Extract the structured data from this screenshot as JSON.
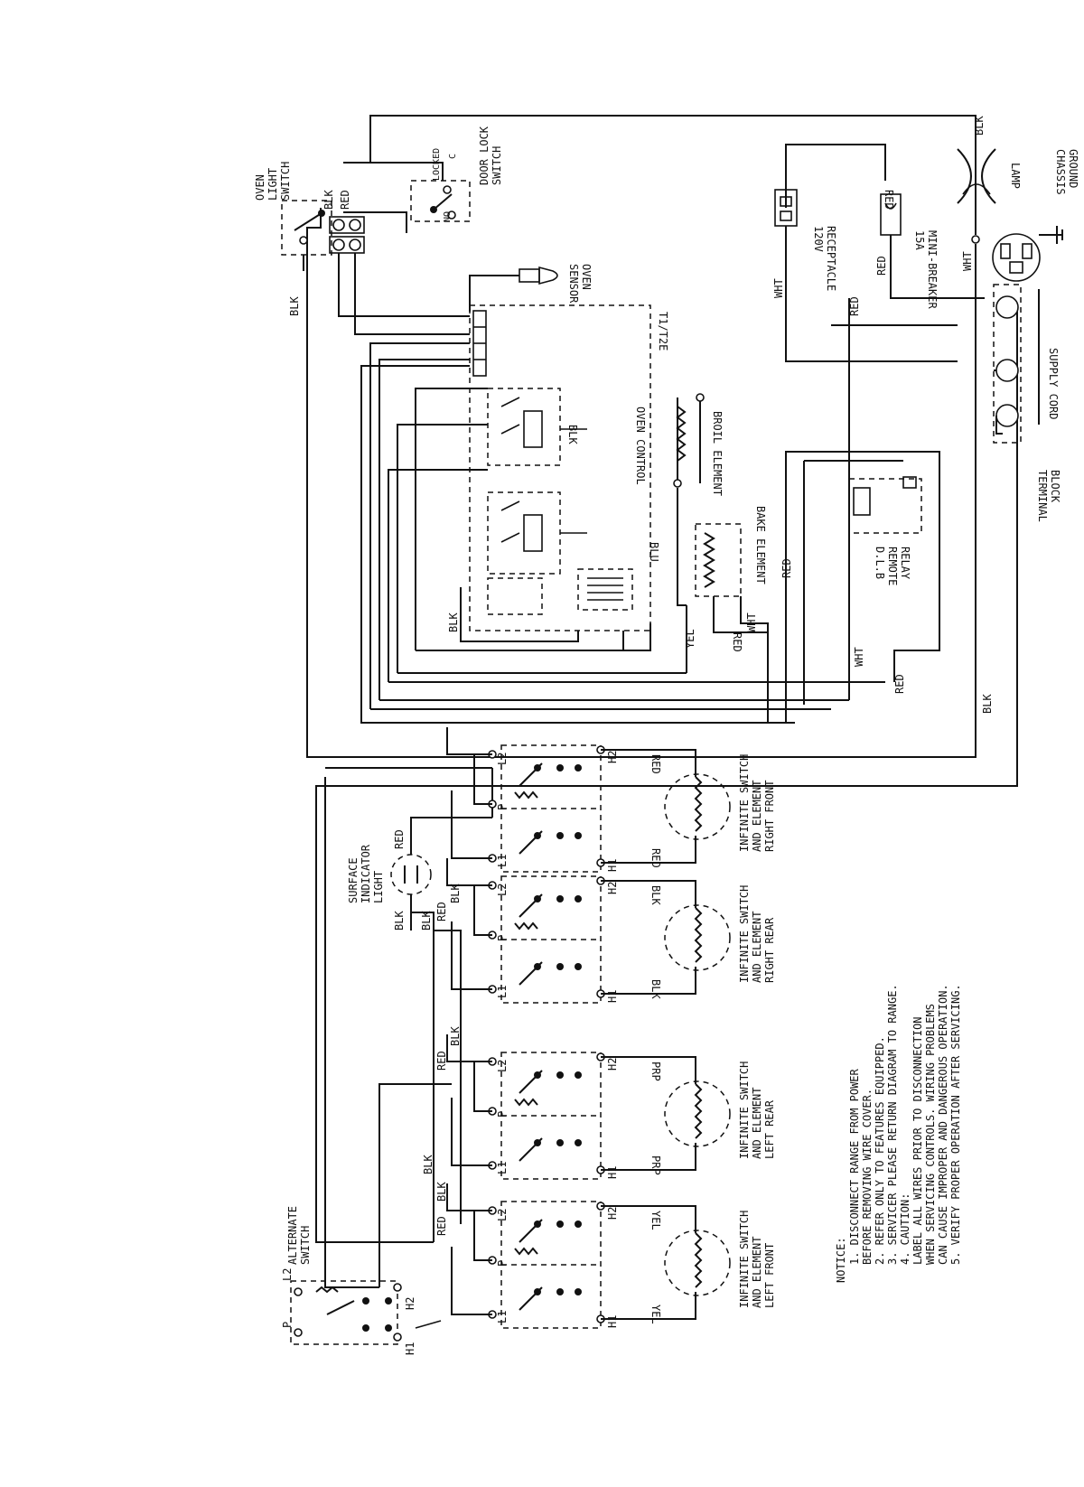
{
  "colors": {
    "ink": "#111111",
    "paper": "#ffffff"
  },
  "components": {
    "oven_light_switch": [
      "OVEN",
      "LIGHT",
      "SWITCH"
    ],
    "door_lock": {
      "locked": "LOCKED",
      "no": "NO",
      "c": "C",
      "name": [
        "DOOR LOCK",
        "SWITCH"
      ]
    },
    "oven_sensor": [
      "OVEN",
      "SENSOR"
    ],
    "oven_control": "OVEN CONTROL",
    "control_model": "T1/T2E",
    "broil_element": "BROIL ELEMENT",
    "bake_element": "BAKE ELEMENT",
    "dlb_relay": [
      "D.L.B",
      "REMOTE",
      "RELAY"
    ],
    "receptacle": [
      "120V",
      "RECEPTACLE"
    ],
    "breaker": [
      "15A",
      "MINI-BREAKER"
    ],
    "lamp": "LAMP",
    "chassis_ground": [
      "CHASSIS",
      "GROUND"
    ],
    "supply_cord": "SUPPLY CORD",
    "terminal_block": [
      "TERMINAL",
      "BLOCK"
    ],
    "surface_light": [
      "SURFACE",
      "INDICATOR",
      "LIGHT"
    ],
    "alternate_switch": [
      "ALTERNATE",
      "SWITCH"
    ]
  },
  "infinite_switches": [
    {
      "name": [
        "INFINITE SWITCH",
        "AND ELEMENT",
        "LEFT FRONT"
      ],
      "wire": "YEL"
    },
    {
      "name": [
        "INFINITE SWITCH",
        "AND ELEMENT",
        "LEFT REAR"
      ],
      "wire": "PRP"
    },
    {
      "name": [
        "INFINITE SWITCH",
        "AND ELEMENT",
        "RIGHT REAR"
      ],
      "wire": "BLK"
    },
    {
      "name": [
        "INFINITE SWITCH",
        "AND ELEMENT",
        "RIGHT FRONT"
      ],
      "wire": "RED"
    }
  ],
  "terminals": {
    "l1": "L1",
    "l2": "L2",
    "p": "P",
    "h1": "H1",
    "h2": "H2"
  },
  "wire_colors": {
    "blk": "BLK",
    "red": "RED",
    "wht": "WHT",
    "yel": "YEL",
    "blu": "BLU"
  },
  "notice": {
    "heading": "NOTICE:",
    "items": [
      "1.  DISCONNECT RANGE FROM POWER",
      "    BEFORE REMOVING WIRE COVER.",
      "2.  REFER ONLY TO FEATURES EQUIPPED.",
      "3.  SERVICER PLEASE RETURN DIAGRAM TO RANGE.",
      "4.  CAUTION:",
      "    LABEL ALL WIRES PRIOR TO DISCONNECTION",
      "    WHEN SERVICING CONTROLS. WIRING PROBLEMS",
      "    CAN CAUSE IMPROPER AND DANGEROUS OPERATION.",
      "5.  VERIFY PROPER OPERATION AFTER SERVICING."
    ]
  }
}
